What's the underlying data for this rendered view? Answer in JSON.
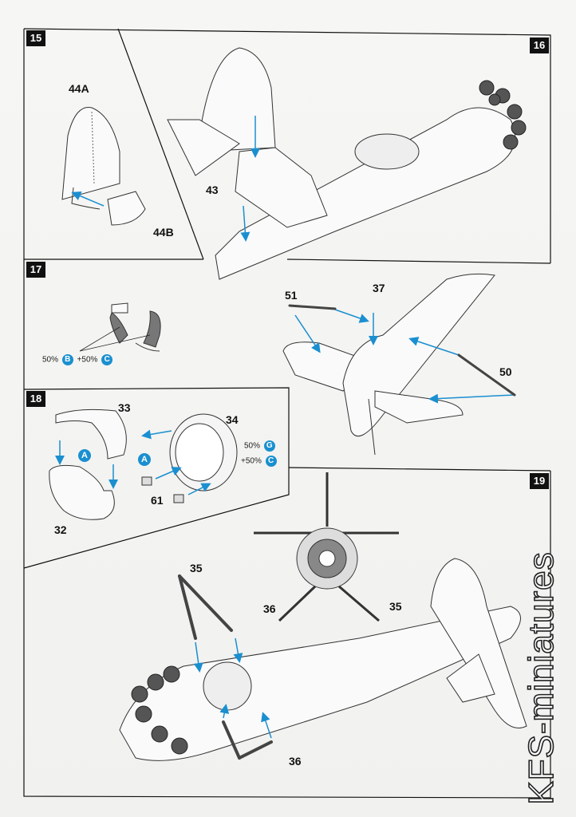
{
  "steps": {
    "s15": "15",
    "s16": "16",
    "s17": "17",
    "s18": "18",
    "s19": "19"
  },
  "parts": {
    "p44a": "44A",
    "p44b": "44B",
    "p43": "43",
    "p51": "51",
    "p37": "37",
    "p50": "50",
    "p33": "33",
    "p34": "34",
    "p32": "32",
    "p61": "61",
    "p35a": "35",
    "p35b": "35",
    "p36a": "36",
    "p36b": "36"
  },
  "paint": {
    "step17": {
      "pct1": "50%",
      "code1": "B",
      "plus": "+50%",
      "code2": "C"
    },
    "step18": {
      "pct1": "50%",
      "code1": "G",
      "plus": "+50%",
      "code2": "C"
    }
  },
  "subassembly": {
    "a1": "A",
    "a2": "A"
  },
  "watermark": "KFS-miniatures",
  "colors": {
    "accent": "#1a8fd0",
    "ink": "#111111",
    "paper": "#f4f4f2"
  }
}
